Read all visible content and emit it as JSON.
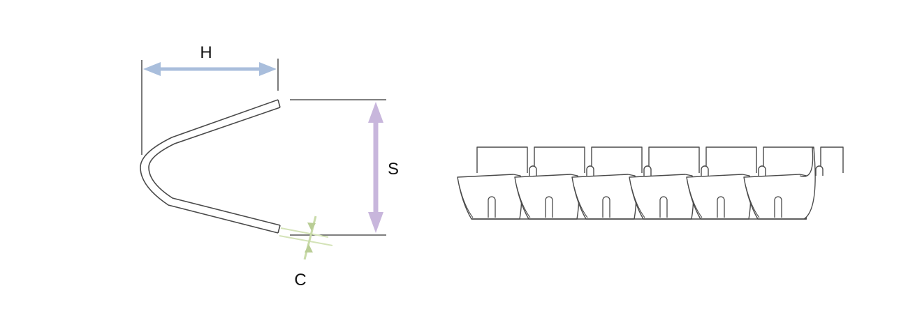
{
  "labels": {
    "h": "H",
    "s": "S",
    "c": "C"
  },
  "colors": {
    "outline": "#4a4a4a",
    "h_arrow": "#a9bedc",
    "s_arrow": "#c8b6dc",
    "c_arrow": "#c9dba9",
    "ext_line": "#333333"
  },
  "comb_segment_count": 6
}
